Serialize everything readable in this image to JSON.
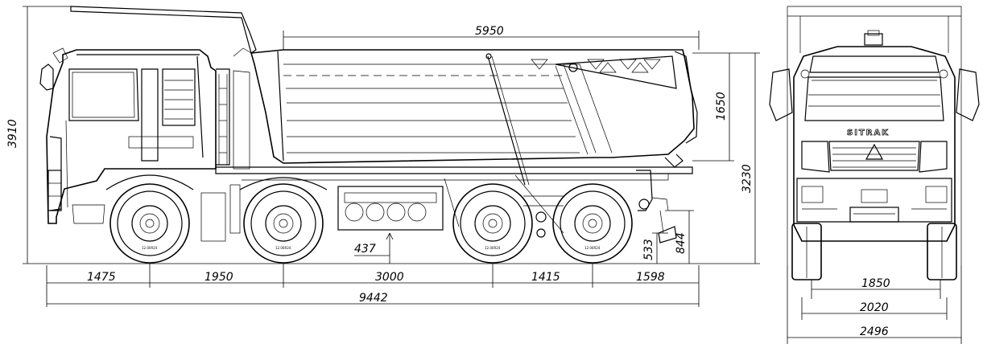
{
  "brand": "SITRAK",
  "tire_label": "12.00R24",
  "dimensions": {
    "body_length": "5950",
    "overall_height": "3910",
    "body_height": "1650",
    "frame_height": "3230",
    "front_overhang": "1475",
    "wheelbase_1": "1950",
    "wheelbase_2": "3000",
    "wheelbase_3": "1415",
    "rear_overhang": "1598",
    "overall_length": "9442",
    "ground_clearance": "437",
    "rear_step_height": "533",
    "hitch_height": "844",
    "track_rear": "1850",
    "track_front": "2020",
    "overall_width": "2496"
  }
}
